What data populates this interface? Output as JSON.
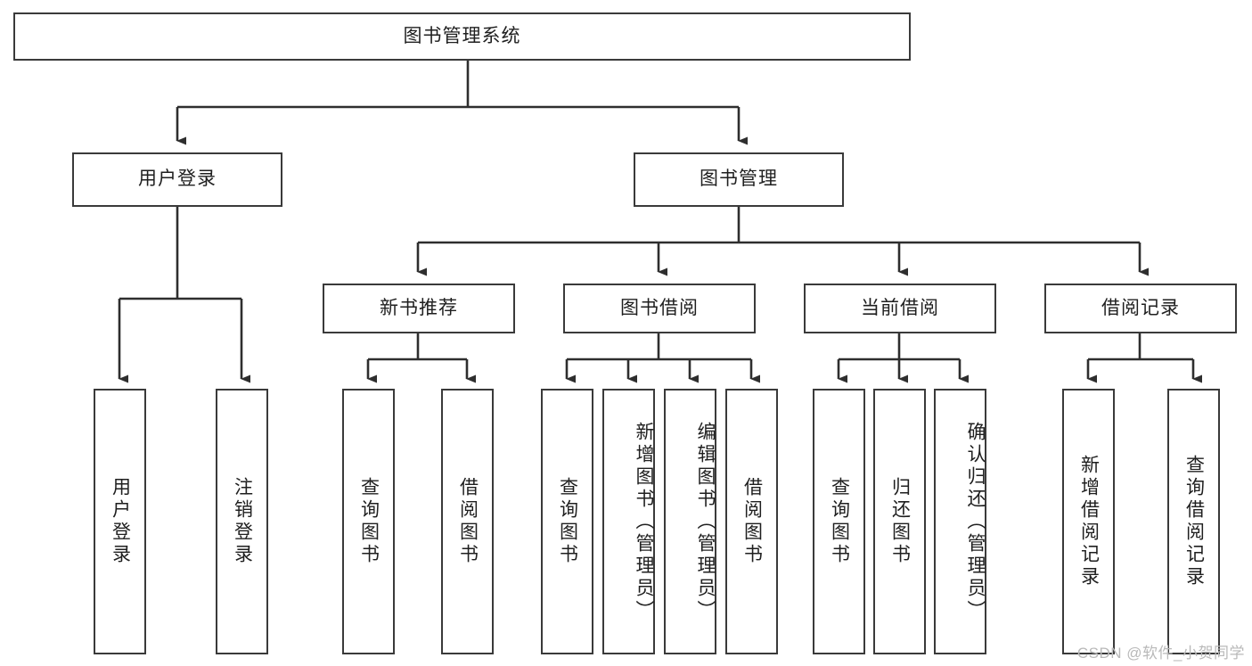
{
  "diagram": {
    "title": "图书管理系统",
    "type": "hierarchy-tree",
    "watermark": "CSDN @软件_小贺同学",
    "colors": {
      "box_border": "#3a3a3a",
      "box_fill": "#ffffff",
      "connector": "#2e2e2e",
      "text": "#1f1f1f",
      "watermark": "#b9b9b9"
    },
    "nodes": {
      "root": {
        "label": "图书管理系统"
      },
      "level1": [
        {
          "label": "用户登录"
        },
        {
          "label": "图书管理"
        }
      ],
      "level2": [
        {
          "label": "新书推荐"
        },
        {
          "label": "图书借阅"
        },
        {
          "label": "当前借阅"
        },
        {
          "label": "借阅记录"
        }
      ],
      "leaves_user_login": [
        {
          "label": "用户登录"
        },
        {
          "label": "注销登录"
        }
      ],
      "leaves_new_books": [
        {
          "label": "查询图书"
        },
        {
          "label": "借阅图书"
        }
      ],
      "leaves_borrow": [
        {
          "label": "查询图书"
        },
        {
          "label": "新增图书（管理员）"
        },
        {
          "label": "编辑图书（管理员）"
        },
        {
          "label": "借阅图书"
        }
      ],
      "leaves_current": [
        {
          "label": "查询图书"
        },
        {
          "label": "归还图书"
        },
        {
          "label": "确认归还（管理员）"
        }
      ],
      "leaves_records": [
        {
          "label": "新增借阅记录"
        },
        {
          "label": "查询借阅记录"
        }
      ]
    }
  }
}
